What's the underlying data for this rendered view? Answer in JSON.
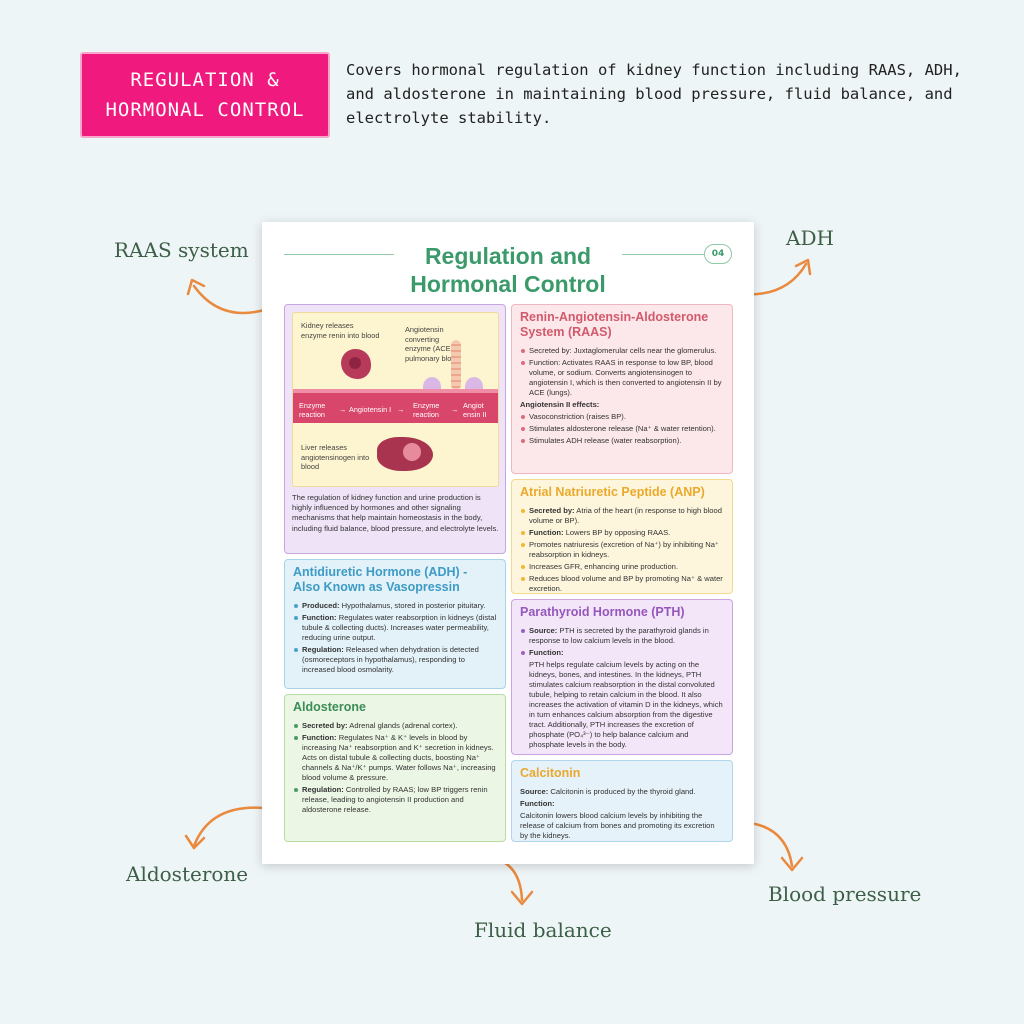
{
  "badge": {
    "line1": "REGULATION &",
    "line2": "HORMONAL CONTROL"
  },
  "intro": "Covers hormonal regulation of kidney function including RAAS, ADH, and aldosterone in maintaining blood pressure, fluid balance, and electrolyte stability.",
  "callouts": {
    "raas": "RAAS system",
    "adh": "ADH",
    "aldosterone": "Aldosterone",
    "fluid": "Fluid balance",
    "bp": "Blood pressure"
  },
  "colors": {
    "badge": "#f0197d",
    "accent": "#3b9a6a",
    "arrow": "#e98a3e"
  },
  "sheet": {
    "title_line1": "Regulation and",
    "title_line2": "Hormonal Control",
    "page_number": "04",
    "diagram": {
      "kidney_label": "Kidney releases enzyme renin into blood",
      "ace_label": "Angiotensin converting enzyme (ACE) in pulmonary blood",
      "liver_label": "Liver releases angiotensinogen into blood",
      "flow1": "Enzyme reaction",
      "flow2": "Angiotensin I",
      "flow3": "Enzyme reaction",
      "flow4": "Angiot ensin II",
      "arrow_glyph": "→",
      "paragraph": "The regulation of kidney function and urine production is highly influenced by hormones and other signaling mechanisms that help maintain homeostasis in the body, including fluid balance, blood pressure, and electrolyte levels."
    },
    "raas": {
      "title": "Renin-Angiotensin-Aldosterone System (RAAS)",
      "items": [
        "Secreted by: Juxtaglomerular cells near the glomerulus.",
        "Function: Activates RAAS in response to low BP, blood volume, or sodium. Converts angiotensinogen to angiotensin I, which is then converted to angiotensin II by ACE (lungs)."
      ],
      "sub": "Angiotensin II effects:",
      "effects": [
        "Vasoconstriction (raises BP).",
        "Stimulates aldosterone release (Na⁺ & water retention).",
        "Stimulates ADH release (water reabsorption)."
      ]
    },
    "anp": {
      "title": "Atrial Natriuretic Peptide (ANP)",
      "secreted_label": "Secreted by:",
      "secreted_text": " Atria of the heart (in response to high blood volume or BP).",
      "function_label": "Function:",
      "function_text": " Lowers BP by opposing RAAS.",
      "items": [
        "Promotes natriuresis (excretion of Na⁺) by inhibiting Na⁺ reabsorption in kidneys.",
        "Increases GFR, enhancing urine production.",
        "Reduces blood volume and BP by promoting Na⁺ & water excretion."
      ]
    },
    "adh": {
      "title": "Antidiuretic Hormone (ADH) - Also Known as Vasopressin",
      "produced_label": "Produced:",
      "produced_text": " Hypothalamus, stored in posterior pituitary.",
      "function_label": "Function:",
      "function_text": " Regulates water reabsorption in kidneys (distal tubule & collecting ducts). Increases water permeability, reducing urine output.",
      "regulation_label": "Regulation:",
      "regulation_text": " Released when dehydration is detected (osmoreceptors in hypothalamus), responding to increased blood osmolarity."
    },
    "pth": {
      "title": "Parathyroid Hormone (PTH)",
      "source_label": "Source:",
      "source_text": " PTH is secreted by the parathyroid glands in response to low calcium levels in the blood.",
      "function_label": "Function:",
      "body": "PTH helps regulate calcium levels by acting on the kidneys, bones, and intestines. In the kidneys, PTH stimulates calcium reabsorption in the distal convoluted tubule, helping to retain calcium in the blood. It also increases the activation of vitamin D in the kidneys, which in turn enhances calcium absorption from the digestive tract. Additionally, PTH increases the excretion of phosphate (PO₄³⁻) to help balance calcium and phosphate levels in the body."
    },
    "aldosterone": {
      "title": "Aldosterone",
      "secreted_label": "Secreted by:",
      "secreted_text": " Adrenal glands (adrenal cortex).",
      "function_label": "Function:",
      "function_text": " Regulates Na⁺ & K⁺ levels in blood by increasing Na⁺ reabsorption and K⁺ secretion in kidneys. Acts on distal tubule & collecting ducts, boosting Na⁺ channels & Na⁺/K⁺ pumps. Water follows Na⁺, increasing blood volume & pressure.",
      "regulation_label": "Regulation:",
      "regulation_text": " Controlled by RAAS; low BP triggers renin release, leading to angiotensin II production and aldosterone release."
    },
    "calcitonin": {
      "title": "Calcitonin",
      "source_label": "Source:",
      "source_text": " Calcitonin is produced by the thyroid gland.",
      "function_label": "Function:",
      "body": "Calcitonin lowers blood calcium levels by inhibiting the release of calcium from bones and promoting its excretion by the kidneys."
    }
  }
}
